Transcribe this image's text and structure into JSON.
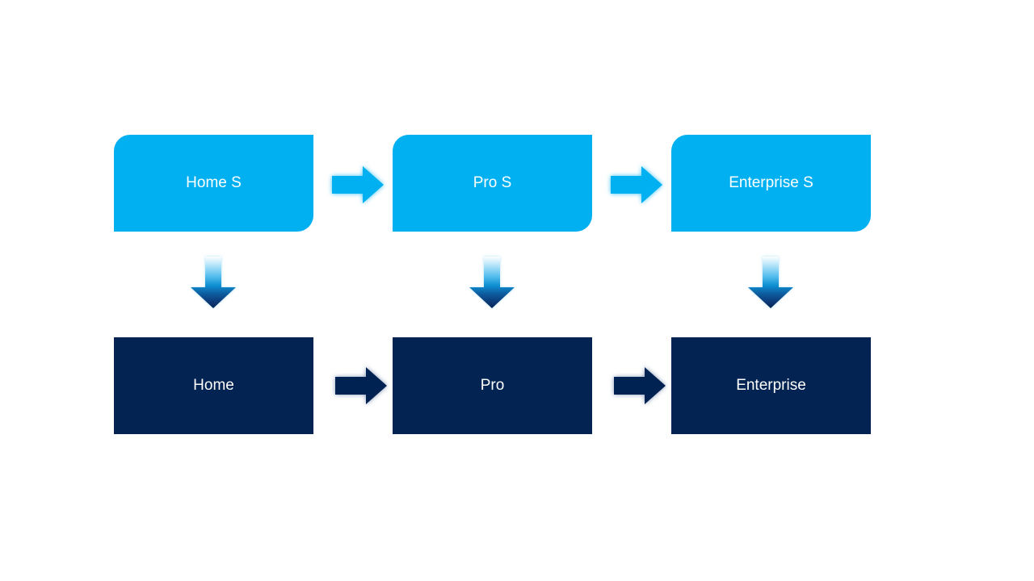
{
  "diagram": {
    "type": "flow",
    "columns": [
      {
        "top": "Home S",
        "bottom": "Home"
      },
      {
        "top": "Pro S",
        "bottom": "Pro"
      },
      {
        "top": "Enterprise S",
        "bottom": "Enterprise"
      }
    ],
    "relationships": {
      "horizontal": "right-arrow between adjacent boxes in each row",
      "vertical": "gradient down-arrow from each top box to bottom box"
    },
    "colors": {
      "top_box_fill": "#00B0F0",
      "bottom_box_fill": "#032452",
      "box_text": "#FFFFFF",
      "top_arrow_fill": "#00B0F0",
      "top_arrow_glow": "#00B0F0",
      "bottom_arrow_fill": "#032452",
      "bottom_arrow_glow": "#6D83A8",
      "down_arrow_gradient_top": "#FFFFFF",
      "down_arrow_gradient_mid": "#0E8ED2",
      "down_arrow_gradient_bottom": "#052254",
      "background": "#FFFFFF"
    }
  }
}
